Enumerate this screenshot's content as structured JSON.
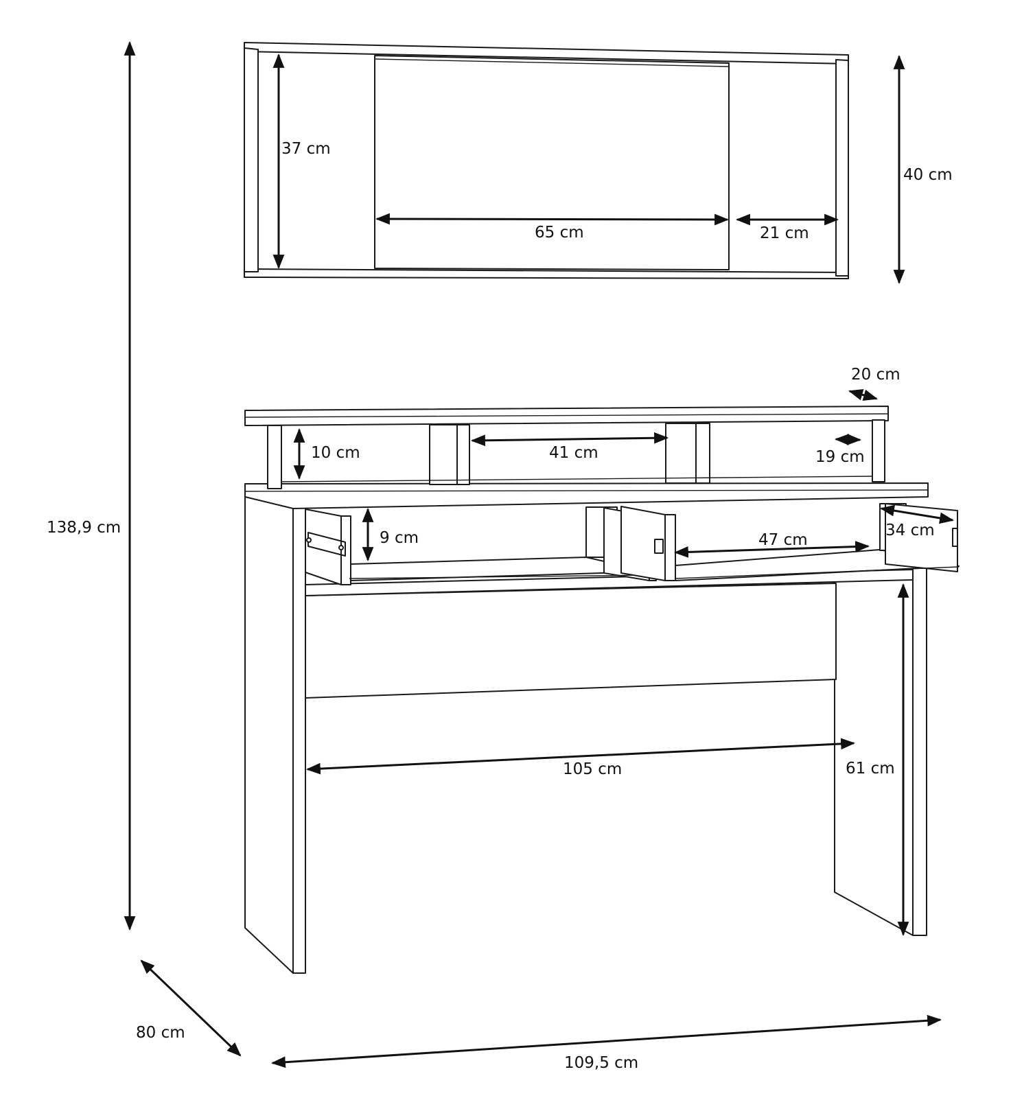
{
  "colors": {
    "stroke": "#1a1a1a",
    "background": "#ffffff"
  },
  "dimensions": {
    "total_height": "138,9 cm",
    "depth": "80 cm",
    "total_width": "109,5 cm",
    "wall_shelf_height": "40 cm",
    "wall_shelf_inner_height": "37 cm",
    "wall_shelf_center_width": "65 cm",
    "wall_shelf_side_width": "21 cm",
    "hutch_depth": "20 cm",
    "hutch_height": "10 cm",
    "hutch_center_width": "41 cm",
    "hutch_side_depth": "19 cm",
    "drawer_height": "9 cm",
    "drawer_width": "47 cm",
    "drawer_depth": "34 cm",
    "legroom_width": "105 cm",
    "legroom_height": "61 cm"
  }
}
